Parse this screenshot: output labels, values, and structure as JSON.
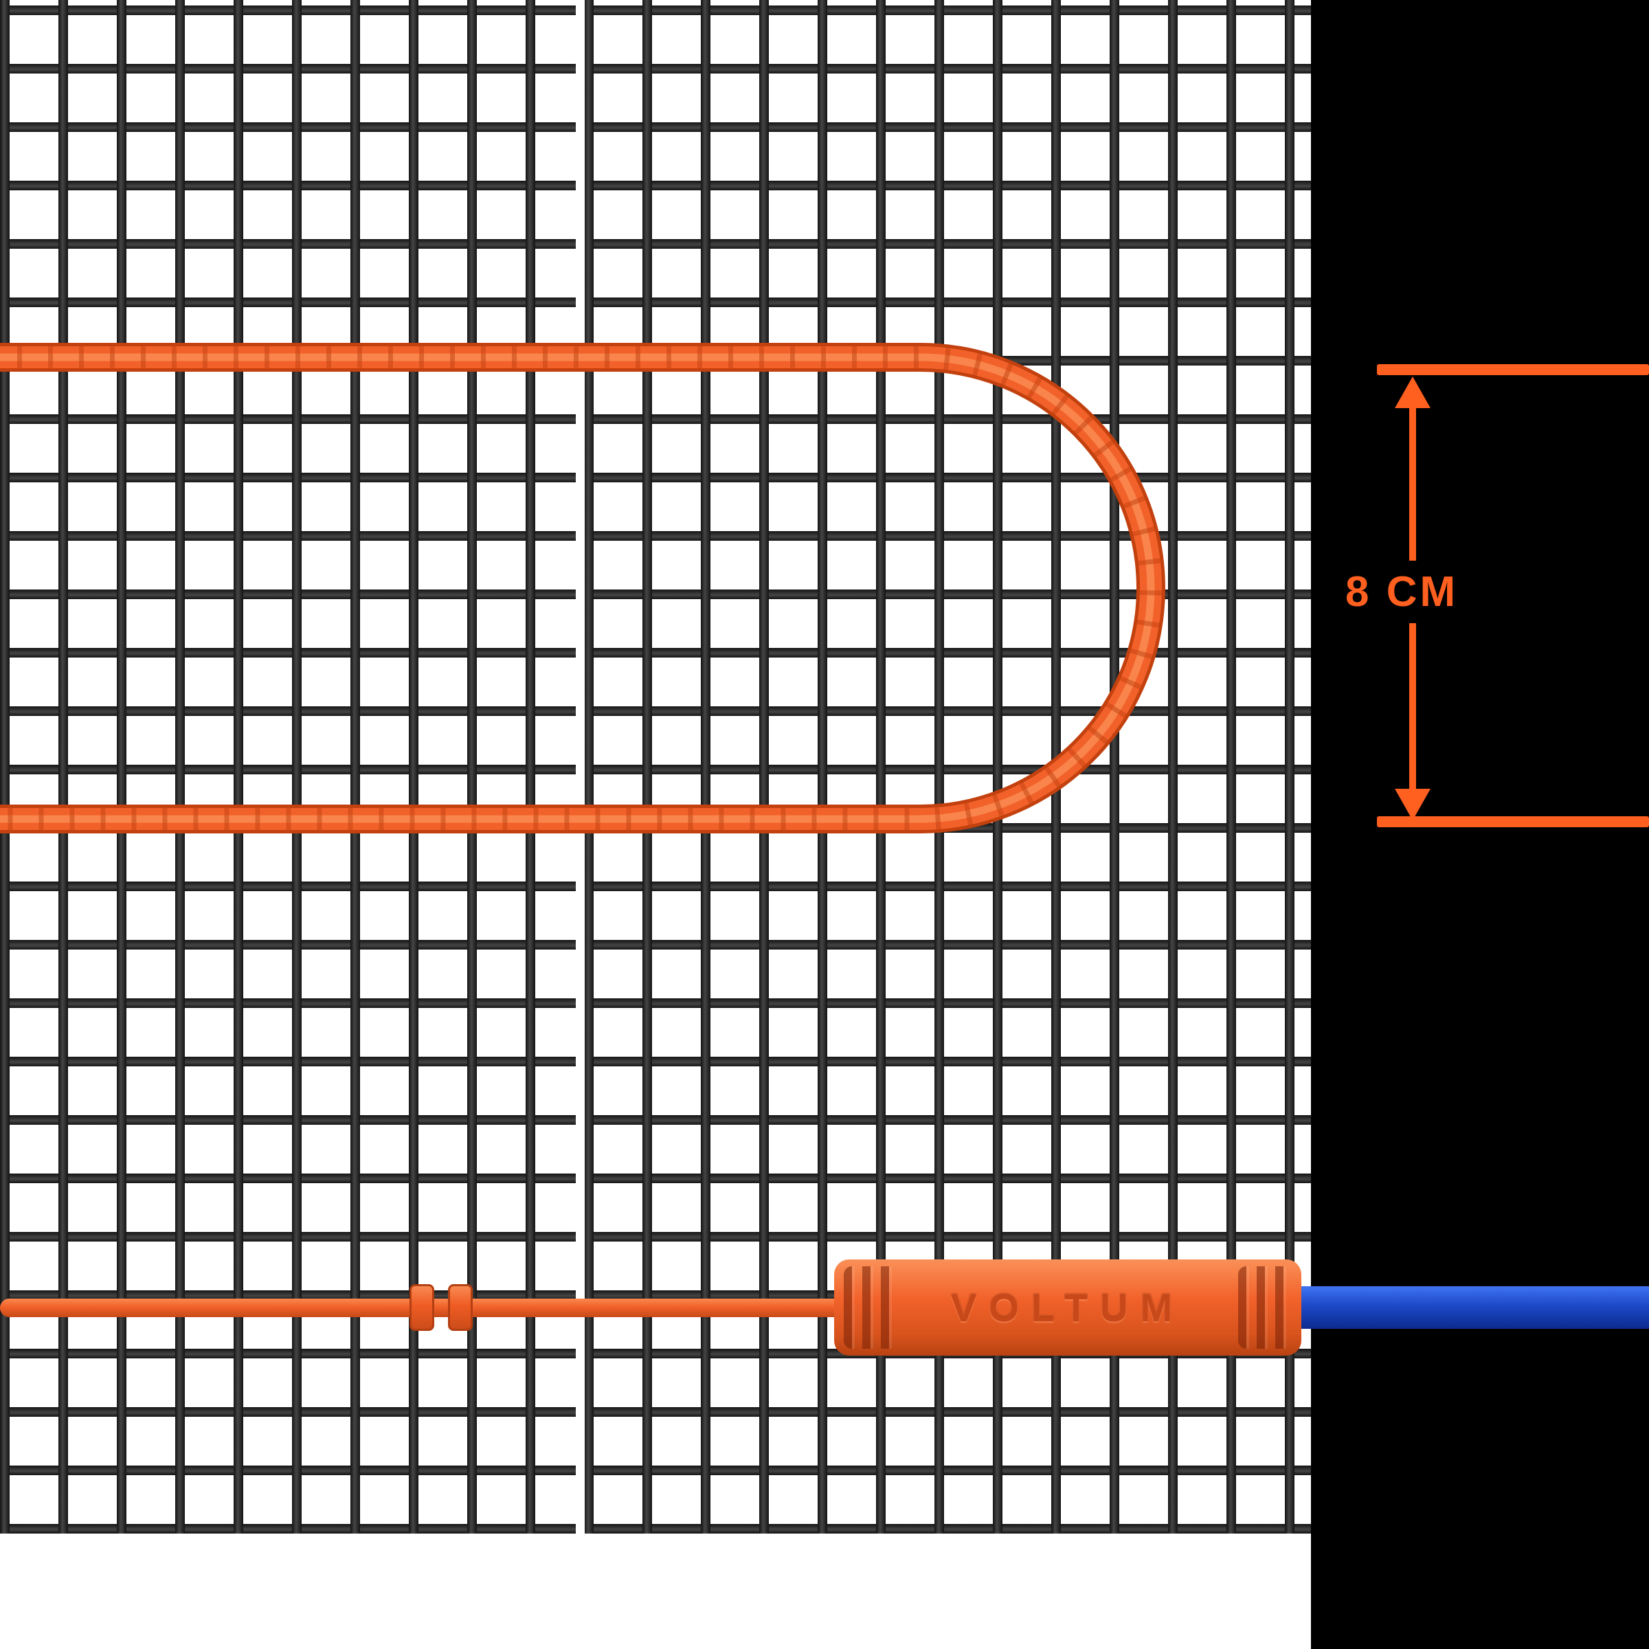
{
  "labels": {
    "spacing": "8 CM",
    "brand": "VOLTUM"
  },
  "icons": {
    "dimension_arrow_up": "arrow-up",
    "dimension_arrow_down": "arrow-down"
  },
  "colors": {
    "accent_orange": "#F2612A",
    "dimension_orange": "#FF5F1F",
    "cable_blue": "#1D49C8",
    "mesh_dark": "#262626",
    "backdrop_black": "#000000",
    "background_white": "#FFFFFF"
  }
}
